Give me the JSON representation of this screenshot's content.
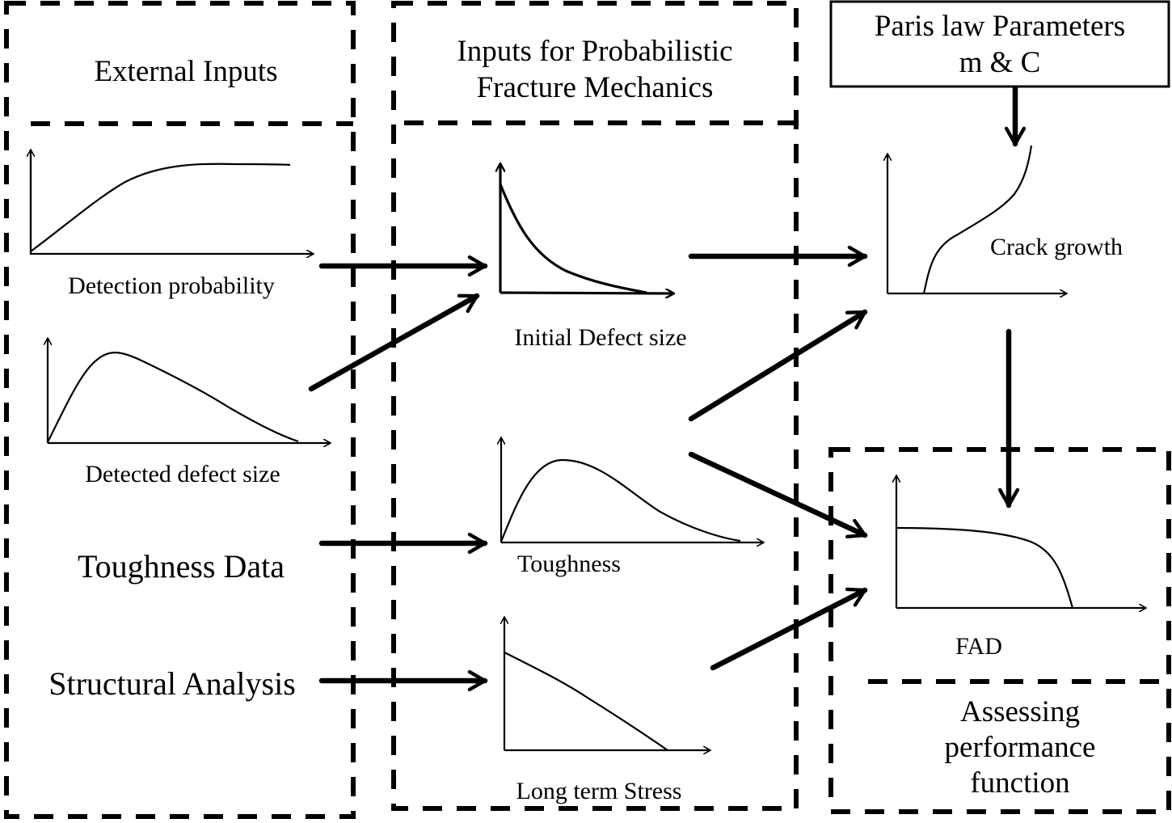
{
  "sections": {
    "external_inputs": {
      "title": "External Inputs"
    },
    "pfm_inputs": {
      "title_line1": "Inputs for Probabilistic",
      "title_line2": "Fracture Mechanics"
    },
    "paris_law": {
      "title_line1": "Paris law Parameters",
      "title_line2": "m & C"
    },
    "assessment": {
      "title_line1": "Assessing",
      "title_line2": "performance",
      "title_line3": "function"
    }
  },
  "plots": {
    "detection_probability": {
      "label": "Detection probability",
      "shape": "saturating-rise"
    },
    "detected_defect_size": {
      "label": "Detected defect size",
      "shape": "right-skewed-distribution"
    },
    "initial_defect_size": {
      "label": "Initial Defect size",
      "shape": "exponential-decay"
    },
    "toughness": {
      "label": "Toughness",
      "shape": "right-skewed-distribution"
    },
    "long_term_stress": {
      "label": "Long term Stress",
      "shape": "decreasing"
    },
    "crack_growth": {
      "label": "Crack growth",
      "shape": "sigmoidal-rise"
    },
    "fad": {
      "label": "FAD",
      "shape": "failure-assessment-curve"
    }
  },
  "text_inputs": {
    "toughness_data": "Toughness Data",
    "structural_analysis": "Structural Analysis"
  },
  "connections": [
    {
      "from": "Detection probability",
      "to": "Initial Defect size"
    },
    {
      "from": "Detected defect size",
      "to": "Initial Defect size"
    },
    {
      "from": "Toughness Data",
      "to": "Toughness"
    },
    {
      "from": "Structural Analysis",
      "to": "Long term Stress"
    },
    {
      "from": "Paris law Parameters m & C",
      "to": "Crack growth"
    },
    {
      "from": "Initial Defect size",
      "to": "Crack growth"
    },
    {
      "from": "Toughness",
      "to": "Crack growth"
    },
    {
      "from": "Toughness",
      "to": "FAD"
    },
    {
      "from": "Long term Stress",
      "to": "FAD"
    },
    {
      "from": "Crack growth",
      "to": "FAD"
    }
  ]
}
